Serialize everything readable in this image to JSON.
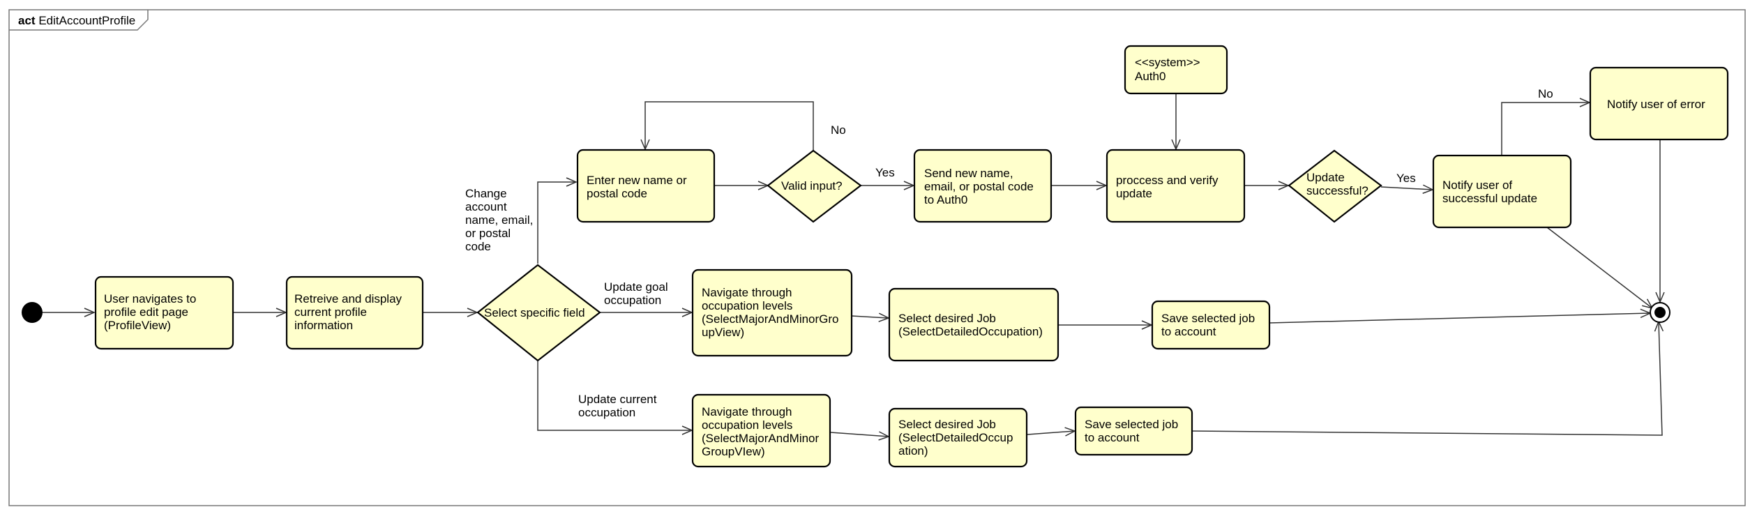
{
  "frame": {
    "keyword": "act",
    "name": "EditAccountProfile"
  },
  "nodes": {
    "navigate_profile": [
      "User navigates to",
      "profile edit page",
      "(ProfileView)"
    ],
    "retrieve_display": [
      "Retreive and display",
      "current profile",
      "information"
    ],
    "select_field": [
      "Select specific field"
    ],
    "enter_name": [
      "Enter new name or",
      "postal code"
    ],
    "valid_input": [
      "Valid input?"
    ],
    "send_auth0": [
      "Send new name,",
      "email, or postal code",
      "to Auth0"
    ],
    "system_auth0": [
      "<<system>>",
      "Auth0"
    ],
    "process_verify": [
      "proccess and verify",
      "update"
    ],
    "update_successful": [
      "Update",
      "successful?"
    ],
    "notify_success": [
      "Notify user of",
      "successful update"
    ],
    "notify_error": [
      "Notify user of error"
    ],
    "nav_goal": [
      "Navigate through",
      "occupation levels",
      "(SelectMajorAndMinorGro",
      "upView)"
    ],
    "select_job_goal": [
      "Select desired Job",
      "(SelectDetailedOccupation)"
    ],
    "save_job_goal": [
      "Save selected job",
      "to account"
    ],
    "nav_current": [
      "Navigate through",
      "occupation levels",
      "(SelectMajorAndMinor",
      "GroupVIew)"
    ],
    "select_job_current": [
      "Select desired Job",
      "(SelectDetailedOccup",
      "ation)"
    ],
    "save_job_current": [
      "Save selected job",
      "to account"
    ]
  },
  "edge_labels": {
    "change_account": [
      "Change",
      "account",
      "name, email,",
      "or postal",
      "code"
    ],
    "update_goal": [
      "Update goal",
      "occupation"
    ],
    "update_current": [
      "Update current",
      "occupation"
    ],
    "valid_no": [
      "No"
    ],
    "valid_yes": [
      "Yes"
    ],
    "success_yes": [
      "Yes"
    ],
    "success_no": [
      "No"
    ]
  },
  "colors": {
    "node_fill": "#ffffcc",
    "stroke": "#000000",
    "line": "#333333",
    "frame": "#777777"
  }
}
